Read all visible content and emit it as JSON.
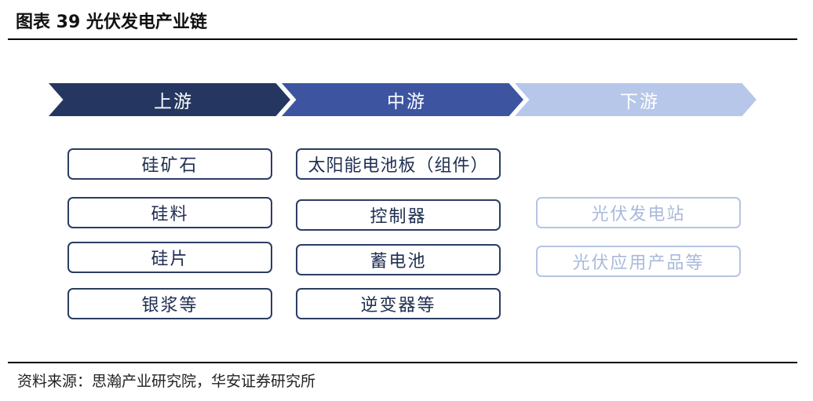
{
  "figure_title": "图表 39 光伏发电产业链",
  "source": "资料来源：思瀚产业研究院，华安证券研究所",
  "colors": {
    "upstream": "#253760",
    "midstream": "#3d55a0",
    "downstream": "#b6c7ea",
    "dark_box_border": "#2b3d63",
    "light_box_border": "#b6c5e2"
  },
  "stages": [
    {
      "label": "上游",
      "items": [
        "硅矿石",
        "硅料",
        "硅片",
        "银浆等"
      ]
    },
    {
      "label": "中游",
      "items": [
        "太阳能电池板（组件）",
        "控制器",
        "蓄电池",
        "逆变器等"
      ]
    },
    {
      "label": "下游",
      "items": [
        "光伏发电站",
        "光伏应用产品等"
      ]
    }
  ]
}
